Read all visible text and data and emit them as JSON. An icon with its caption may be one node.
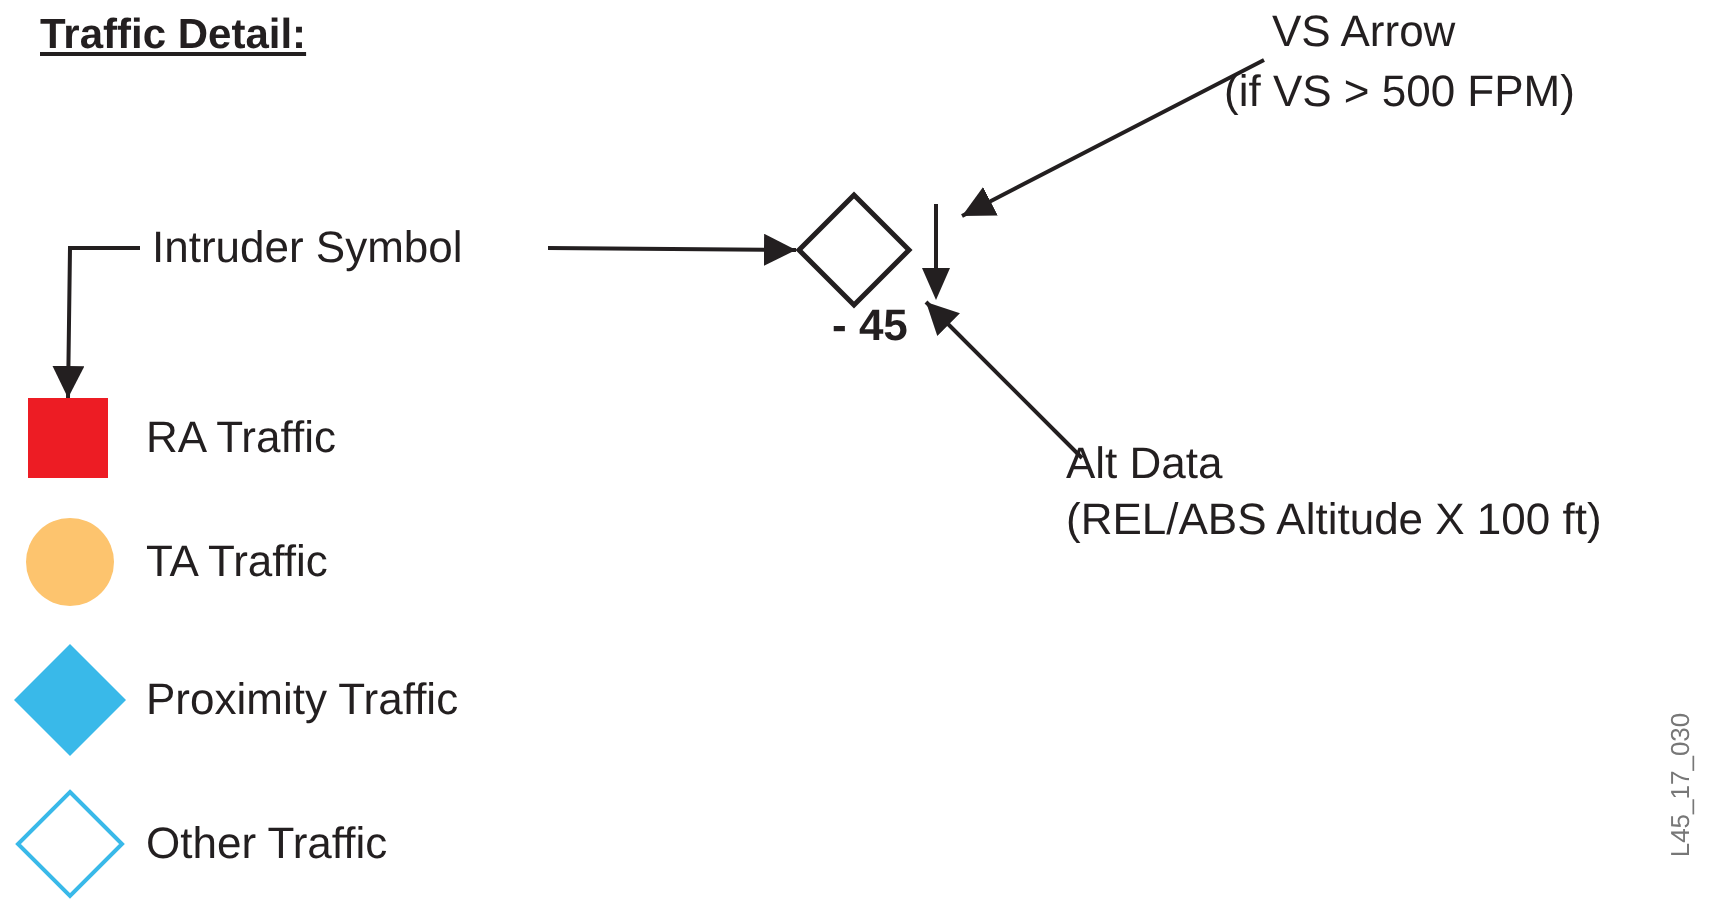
{
  "diagram": {
    "title": "Traffic Detail:",
    "nodes": [
      {
        "text": [
          "Intruder Symbol"
        ]
      },
      {
        "text": [],
        "shape": "diamond"
      },
      {
        "text": [
          "VS Arrow",
          "(if VS > 500 FPM)"
        ]
      },
      {
        "text": [],
        "shape": "arrow"
      },
      {
        "text": [
          "- 45"
        ]
      },
      {
        "text": [
          "Alt Data",
          "(REL/ABS Altitude X 100 ft)"
        ]
      },
      {
        "text": [],
        "shape": "box"
      }
    ],
    "edges": [
      {
        "from": 0,
        "to": 1,
        "arrow": "to"
      },
      {
        "from": 0,
        "to": 6,
        "arrow": "to"
      },
      {
        "from": 2,
        "to": 3,
        "arrow": "to"
      },
      {
        "from": 5,
        "to": 4,
        "arrow": "to"
      }
    ],
    "labels": [
      "L45_17_030"
    ],
    "legend": [
      {
        "text": "RA Traffic",
        "color": "#ed1c24"
      },
      {
        "text": "TA Traffic",
        "color": "#fdc46e"
      },
      {
        "text": "Proximity Traffic",
        "color": "#39b9e9"
      },
      {
        "text": "Other Traffic"
      }
    ]
  }
}
